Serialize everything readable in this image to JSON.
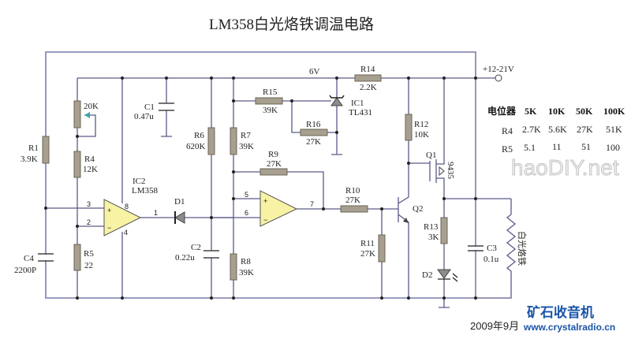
{
  "title": "LM358白光烙铁调温电路",
  "supply": "+12-21V",
  "node_6v": "6V",
  "components": {
    "pot": {
      "value": "20K"
    },
    "R1": {
      "name": "R1",
      "value": "3.9K"
    },
    "R4": {
      "name": "R4",
      "value": "12K"
    },
    "R5": {
      "name": "R5",
      "value": "22"
    },
    "C4": {
      "name": "C4",
      "value": "2200P"
    },
    "C1": {
      "name": "C1",
      "value": "0.47u"
    },
    "IC2": {
      "name": "IC2",
      "value": "LM358"
    },
    "D1": {
      "name": "D1"
    },
    "R6": {
      "name": "R6",
      "value": "620K"
    },
    "C2": {
      "name": "C2",
      "value": "0.22u"
    },
    "R7": {
      "name": "R7",
      "value": "39K"
    },
    "R8": {
      "name": "R8",
      "value": "39K"
    },
    "R9": {
      "name": "R9",
      "value": "27K"
    },
    "R10": {
      "name": "R10",
      "value": "27K"
    },
    "R11": {
      "name": "R11",
      "value": "27K"
    },
    "R12": {
      "name": "R12",
      "value": "10K"
    },
    "R13": {
      "name": "R13",
      "value": "3K"
    },
    "R14": {
      "name": "R14",
      "value": "2.2K"
    },
    "R15": {
      "name": "R15",
      "value": "39K"
    },
    "R16": {
      "name": "R16",
      "value": "27K"
    },
    "IC1": {
      "name": "IC1",
      "value": "TL431"
    },
    "Q1": {
      "name": "Q1",
      "value": "9435"
    },
    "Q2": {
      "name": "Q2"
    },
    "D2": {
      "name": "D2"
    },
    "C3": {
      "name": "C3",
      "value": "0.1u"
    },
    "heater": {
      "name": "白光烙铁"
    }
  },
  "pins": {
    "p3": "3",
    "p2": "2",
    "p8": "8",
    "p4": "4",
    "p1": "1",
    "p5": "5",
    "p6": "6",
    "p7": "7"
  },
  "table": {
    "header": [
      "电位器",
      "5K",
      "10K",
      "50K",
      "100K"
    ],
    "rows": [
      [
        "R4",
        "2.7K",
        "5.6K",
        "27K",
        "51K"
      ],
      [
        "R5",
        "5.1",
        "11",
        "51",
        "100"
      ]
    ]
  },
  "watermark": "haoDIY.net",
  "logo": {
    "cn": "矿石收音机",
    "url": "www.crystalradio.cn"
  },
  "date": "2009年9月"
}
